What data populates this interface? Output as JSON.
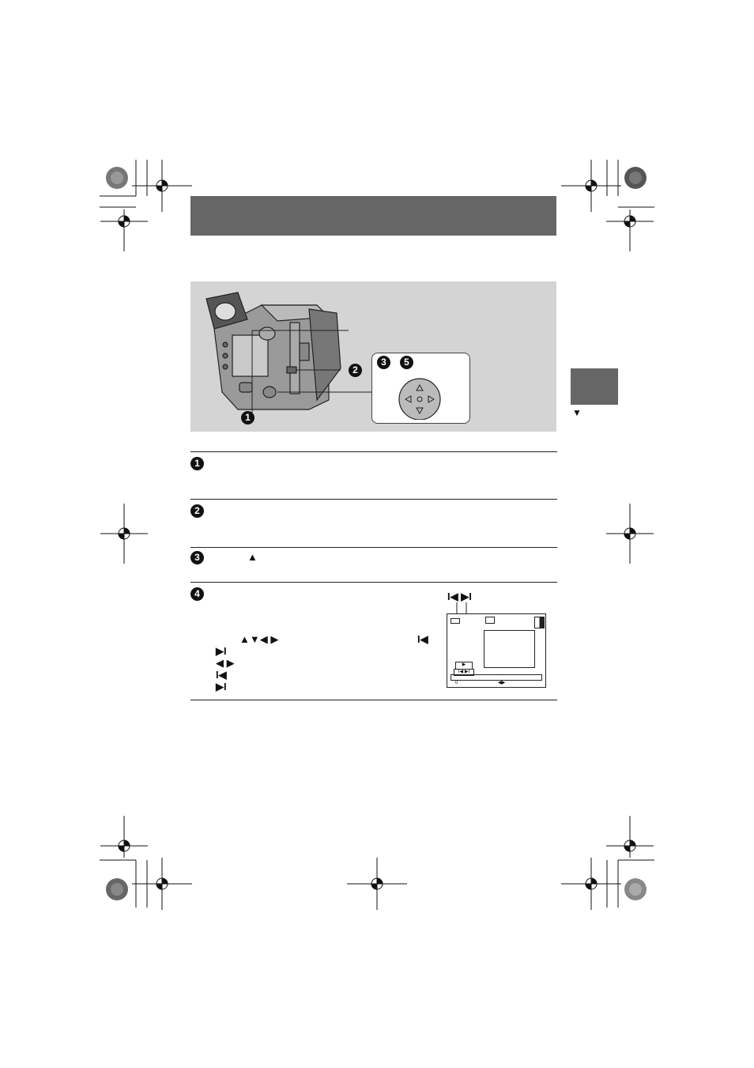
{
  "steps": [
    {
      "number": "1"
    },
    {
      "number": "2"
    },
    {
      "number": "3",
      "glyph": "▲"
    },
    {
      "number": "4",
      "glyphs": [
        "▲▼◀ ▶",
        "I◀",
        "▶I",
        "◀ ▶",
        "I◀",
        "▶I"
      ]
    }
  ],
  "figure": {
    "callout_numbers": [
      "1",
      "2",
      "3",
      "5"
    ]
  },
  "screen_diagram": {
    "label_glyphs": "I◀ ▶I",
    "play_glyph": "▶",
    "skip_glyphs": "I◀ ▶I",
    "bottom_left": "0",
    "bottom_right": "◀▶"
  },
  "side_tab": {
    "arrow": "▼"
  },
  "colors": {
    "header_bar": "#666666",
    "figure_bg": "#d4d4d4"
  }
}
